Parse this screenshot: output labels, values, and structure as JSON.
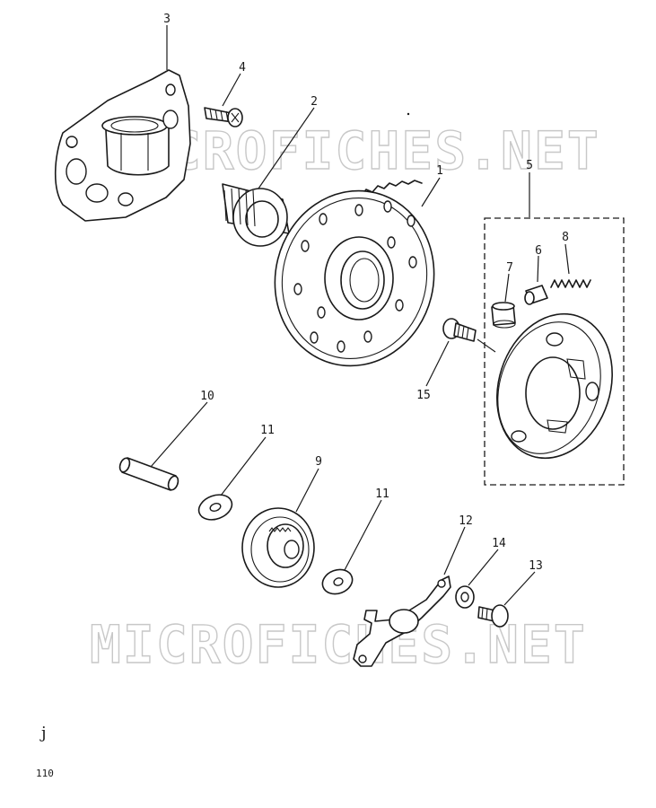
{
  "callouts": [
    {
      "id": "c1",
      "text": "1"
    },
    {
      "id": "c2",
      "text": "2"
    },
    {
      "id": "c3",
      "text": "3"
    },
    {
      "id": "c4",
      "text": "4"
    },
    {
      "id": "c5",
      "text": "5"
    },
    {
      "id": "c6",
      "text": "6"
    },
    {
      "id": "c7",
      "text": "7"
    },
    {
      "id": "c8",
      "text": "8"
    },
    {
      "id": "c9",
      "text": "9"
    },
    {
      "id": "c10",
      "text": "10"
    },
    {
      "id": "c11a",
      "text": "11"
    },
    {
      "id": "c11b",
      "text": "11"
    },
    {
      "id": "c12",
      "text": "12"
    },
    {
      "id": "c13",
      "text": "13"
    },
    {
      "id": "c14",
      "text": "14"
    },
    {
      "id": "c15",
      "text": "15"
    }
  ],
  "watermark": {
    "top": "MICROFICHES.NET",
    "bottom": "MICROFICHES.NET"
  },
  "page_mark": "j",
  "page_number": "110"
}
